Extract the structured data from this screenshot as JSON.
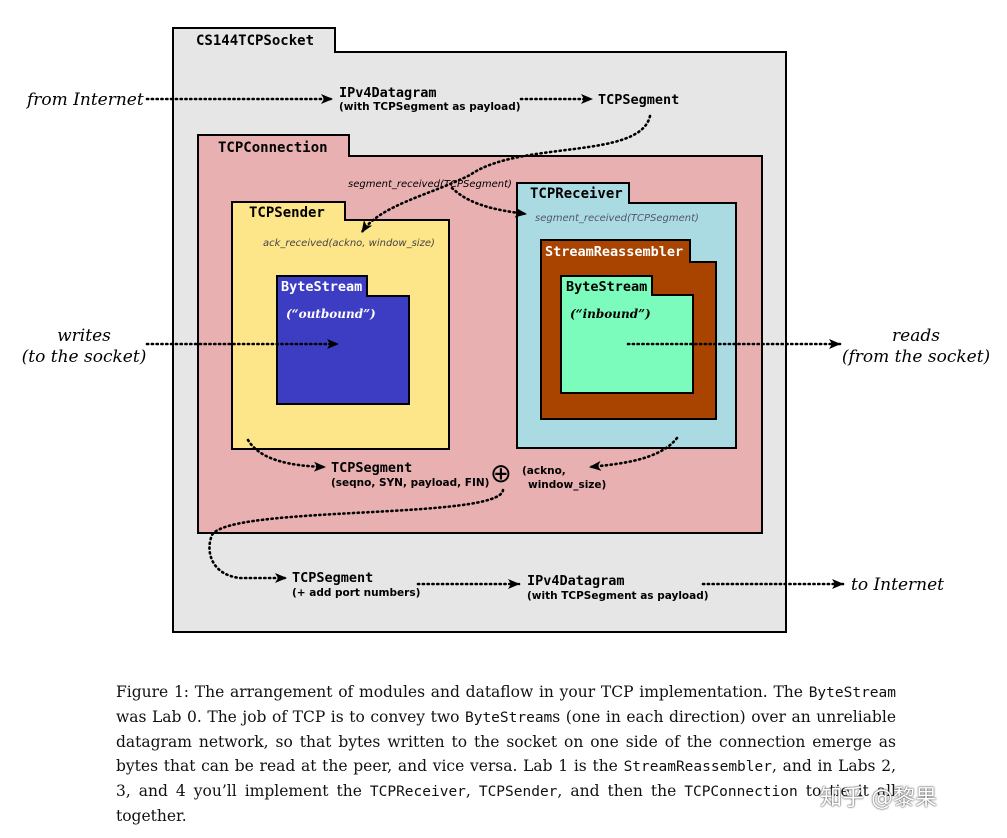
{
  "modules": {
    "socket": "CS144TCPSocket",
    "connection": "TCPConnection",
    "sender": "TCPSender",
    "receiver": "TCPReceiver",
    "reassembler": "StreamReassembler",
    "bytestream_out": "ByteStream",
    "bytestream_out_sub": "(“outbound”)",
    "bytestream_in": "ByteStream",
    "bytestream_in_sub": "(“inbound”)"
  },
  "labels": {
    "from_internet": "from Internet",
    "to_internet": "to Internet",
    "ipv4_in": "IPv4Datagram",
    "ipv4_in_sub": "(with TCPSegment as payload)",
    "tcpsegment_in": "TCPSegment",
    "segment_received_conn": "segment_received(TCPSegment)",
    "segment_received_recv": "segment_received(TCPSegment)",
    "ack_received": "ack_received(ackno, window_size)",
    "writes": "writes",
    "writes_sub": "(to the socket)",
    "reads": "reads",
    "reads_sub": "(from the socket)",
    "tcpsegment_mid": "TCPSegment",
    "tcpsegment_mid_sub": "(seqno, SYN, payload, FIN)",
    "plus": "⊕",
    "ackno": "(ackno,",
    "window": "window_size)",
    "tcpsegment_out": "TCPSegment",
    "tcpsegment_out_sub": "(+ add port numbers)",
    "ipv4_out": "IPv4Datagram",
    "ipv4_out_sub": "(with TCPSegment as payload)"
  },
  "colors": {
    "socket_fill": "#e6e6e6",
    "connection_fill": "#e8b0b0",
    "sender_fill": "#fde58a",
    "receiver_fill": "#aadbe3",
    "reassembler_fill": "#a84300",
    "bytestream_out_fill": "#3d3dc4",
    "bytestream_in_fill": "#7cfcbc"
  },
  "caption": {
    "p1": "Figure 1: The arrangement of modules and dataflow in your TCP implementation. The ",
    "c1": "ByteStream",
    "p2": " was Lab 0. The job of TCP is to convey two ",
    "c2": "ByteStream",
    "p3": "s (one in each direction) over an unreliable datagram network, so that bytes written to the socket on one side of the connection emerge as bytes that can be read at the peer, and vice versa. Lab 1 is the ",
    "c3": "StreamReassembler",
    "p4": ", and in Labs 2, 3, and 4 you’ll implement the ",
    "c4": "TCPReceiver",
    "p5": ", ",
    "c5": "TCPSender",
    "p6": ", and then the ",
    "c6": "TCPConnection",
    "p7": " to tie it all together."
  },
  "watermark": "知乎 @黎果"
}
